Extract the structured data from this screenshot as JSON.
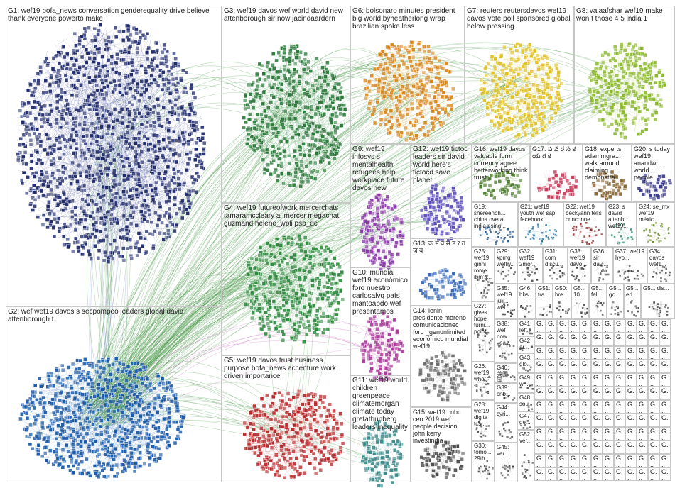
{
  "groups": [
    {
      "id": "G1",
      "text": "G1: wef19 bofa_news conversation genderequality drive believe thank everyone powerto make",
      "color": "#1f2a6b",
      "edge": "#2b3a8a"
    },
    {
      "id": "G2",
      "text": "G2: wef wef19 davos s secpompeo leaders global david attenborough t",
      "color": "#1a5aa8",
      "edge": "#2a6fb8"
    },
    {
      "id": "G3",
      "text": "G3: wef19 davos wef world david new attenborough sir now jacindaardern",
      "color": "#2a7a3a",
      "edge": "#2a8a3a"
    },
    {
      "id": "G4",
      "text": "G4: wef19 futureofwork mercerchats tamaramccleary ai mercer megachat guzmand helene_wpli psb_dc",
      "color": "#2e8a3e",
      "edge": "#3a9a4a"
    },
    {
      "id": "G5",
      "text": "G5: wef19 davos trust business purpose bofa_news accenture work driven importance",
      "color": "#b8282a",
      "edge": "#c03030"
    },
    {
      "id": "G6",
      "text": "G6: bolsonaro minutes president big world byheatherlong wrap brazilian spoke less",
      "color": "#d8861a",
      "edge": "#d89a30"
    },
    {
      "id": "G7",
      "text": "G7: reuters reutersdavos wef19 davos vote poll sponsored global below pressing",
      "color": "#e0c020",
      "edge": "#d8b820"
    },
    {
      "id": "G8",
      "text": "G8: valaafshar wef19 make won t those 4 5 india 1",
      "color": "#8ab828",
      "edge": "#9ac030"
    },
    {
      "id": "G9",
      "text": "G9: wef19 infosys s mentalhealth refugees help workplace future davos new",
      "color": "#8a3aa8",
      "edge": "#9a4ab8"
    },
    {
      "id": "G10",
      "text": "G10: mundial wef19 económico foro nuestro carlosalvq país mantoabdo wef presentamos",
      "color": "#a83a98",
      "edge": "#b84aa8"
    },
    {
      "id": "G11",
      "text": "G11: wef19 world children greenpeace climatemorgan climate today gretathunberg leaders inequality",
      "color": "#3a8a8a",
      "edge": "#4a9a9a"
    },
    {
      "id": "G12",
      "text": "G12: wef19 tictoc leaders sir david world here's tictocd save planet",
      "color": "#5a4ab8",
      "edge": "#6a5ac8"
    },
    {
      "id": "G13",
      "text": "G13: क म व स ड र त ज ब",
      "color": "#3a6ab8",
      "edge": "#4a7ac8"
    },
    {
      "id": "G14",
      "text": "G14: lenin presidente moreno comunicacionec foro _genunlimited económico mundial wef19...",
      "color": "#6a6a6a",
      "edge": "#7a7a7a"
    },
    {
      "id": "G15",
      "text": "G15: wef19 cnbc ceo 2019 wef people decision john kerry investindia",
      "color": "#4a4a4a",
      "edge": "#5a5a5a"
    },
    {
      "id": "G16",
      "text": "G16: wef19 davos valuable form currency agree betterworking think trust...",
      "color": "#4a7a2a",
      "edge": "#5a8a3a"
    },
    {
      "id": "G17",
      "text": "G17: ప వ ర స క య గ క",
      "color": "#c83a5a",
      "edge": "#d84a6a"
    },
    {
      "id": "G18",
      "text": "G18: experts adammgra... walk around claiming demonstra...",
      "color": "#8a6a3a",
      "edge": "#9a7a4a"
    },
    {
      "id": "G19",
      "text": "G19: shereenbh... china overal india rising...",
      "color": "#2a5a8a",
      "edge": "#3a6a9a"
    },
    {
      "id": "G20",
      "text": "G20: s today wef19 anandwr... world people...",
      "color": "#3a3a8a",
      "edge": "#4a4a9a"
    },
    {
      "id": "G21",
      "text": "G21: wef19 youth wef sap facebook...",
      "color": "#2a7aa8",
      "edge": "#3a8ab8"
    },
    {
      "id": "G22",
      "text": "G22: wef19 beckyann tells cnnconne...",
      "color": "#8a2a2a",
      "edge": "#9a3a3a"
    },
    {
      "id": "G23",
      "text": "G23: s david attenb... wef19...",
      "color": "#2a8a6a",
      "edge": "#3a9a7a"
    },
    {
      "id": "G24",
      "text": "G24: se_mx wef19 méxic...",
      "color": "#6a8a2a",
      "edge": "#7a9a3a"
    },
    {
      "id": "G25",
      "text": "G25: wef19 ginni rome ibm's...",
      "color": "#444444",
      "edge": "#555555"
    },
    {
      "id": "G29",
      "text": "G29: kpmg wefliv...",
      "color": "#444444",
      "edge": "#555555"
    },
    {
      "id": "G32",
      "text": "G32: wef19 2mor...",
      "color": "#444444",
      "edge": "#555555"
    },
    {
      "id": "G31",
      "text": "G31: com discu...",
      "color": "#444444",
      "edge": "#555555"
    },
    {
      "id": "G33",
      "text": "G33: wef19 davo...",
      "color": "#444444",
      "edge": "#555555"
    },
    {
      "id": "G36",
      "text": "G36: sir davi...",
      "color": "#444444",
      "edge": "#555555"
    },
    {
      "id": "G37",
      "text": "G37: wef19 hyp...",
      "color": "#444444",
      "edge": "#555555"
    },
    {
      "id": "G34",
      "text": "G34: davos wef1...",
      "color": "#444444",
      "edge": "#555555"
    },
    {
      "id": "G35",
      "text": "G35: wef19 juli... wef...",
      "color": "#444444",
      "edge": "#555555"
    },
    {
      "id": "G46",
      "text": "G46: hbs...",
      "color": "#444444",
      "edge": "#555555"
    },
    {
      "id": "G51",
      "text": "G51: tra...",
      "color": "#444444",
      "edge": "#555555"
    },
    {
      "id": "G50",
      "text": "G50: bre...",
      "color": "#444444",
      "edge": "#555555"
    },
    {
      "id": "G5x1",
      "text": "G5... 10...",
      "color": "#444444",
      "edge": "#555555"
    },
    {
      "id": "G5x2",
      "text": "G5... fel...",
      "color": "#444444",
      "edge": "#555555"
    },
    {
      "id": "G5x3",
      "text": "G5... gc...",
      "color": "#444444",
      "edge": "#555555"
    },
    {
      "id": "G5x4",
      "text": "G5... ed...",
      "color": "#444444",
      "edge": "#555555"
    },
    {
      "id": "G5x5",
      "text": "G5... dis...",
      "color": "#444444",
      "edge": "#555555"
    },
    {
      "id": "G27",
      "text": "G27: gives hope turni... point...",
      "color": "#444444",
      "edge": "#555555"
    },
    {
      "id": "G41",
      "text": "G41: left...",
      "color": "#444444",
      "edge": "#555555"
    },
    {
      "id": "G38",
      "text": "G38: wef now yea...",
      "color": "#444444",
      "edge": "#555555"
    },
    {
      "id": "G42",
      "text": "G42: ar...",
      "color": "#444444",
      "edge": "#555555"
    },
    {
      "id": "G26",
      "text": "G26: wef19 what ने ज...",
      "color": "#444444",
      "edge": "#555555"
    },
    {
      "id": "G40",
      "text": "G40: 美国 国...",
      "color": "#444444",
      "edge": "#555555"
    },
    {
      "id": "G43",
      "text": "G43: glo...",
      "color": "#444444",
      "edge": "#555555"
    },
    {
      "id": "G28",
      "text": "G28: wef19 digita tcs...",
      "color": "#444444",
      "edge": "#555555"
    },
    {
      "id": "G39",
      "text": "G39: cnb...",
      "color": "#444444",
      "edge": "#555555"
    },
    {
      "id": "G49",
      "text": "G49: wh...",
      "color": "#444444",
      "edge": "#555555"
    },
    {
      "id": "G48",
      "text": "G48: sou...",
      "color": "#444444",
      "edge": "#555555"
    },
    {
      "id": "G30",
      "text": "G30: tomo... 29th...",
      "color": "#444444",
      "edge": "#555555"
    },
    {
      "id": "G44",
      "text": "G44: cyri...",
      "color": "#444444",
      "edge": "#555555"
    },
    {
      "id": "G47",
      "text": "G47: ge...",
      "color": "#444444",
      "edge": "#555555"
    },
    {
      "id": "G45",
      "text": "G45: ver...",
      "color": "#444444",
      "edge": "#555555"
    },
    {
      "id": "G52",
      "text": "G52: ver...",
      "color": "#444444",
      "edge": "#555555"
    }
  ],
  "grid_cell_label": "G...",
  "colors": {
    "edge_main": "#2a8a2a",
    "edge_alt": "#4a6ab8",
    "border": "#c8c8c8",
    "bg": "#ffffff"
  }
}
